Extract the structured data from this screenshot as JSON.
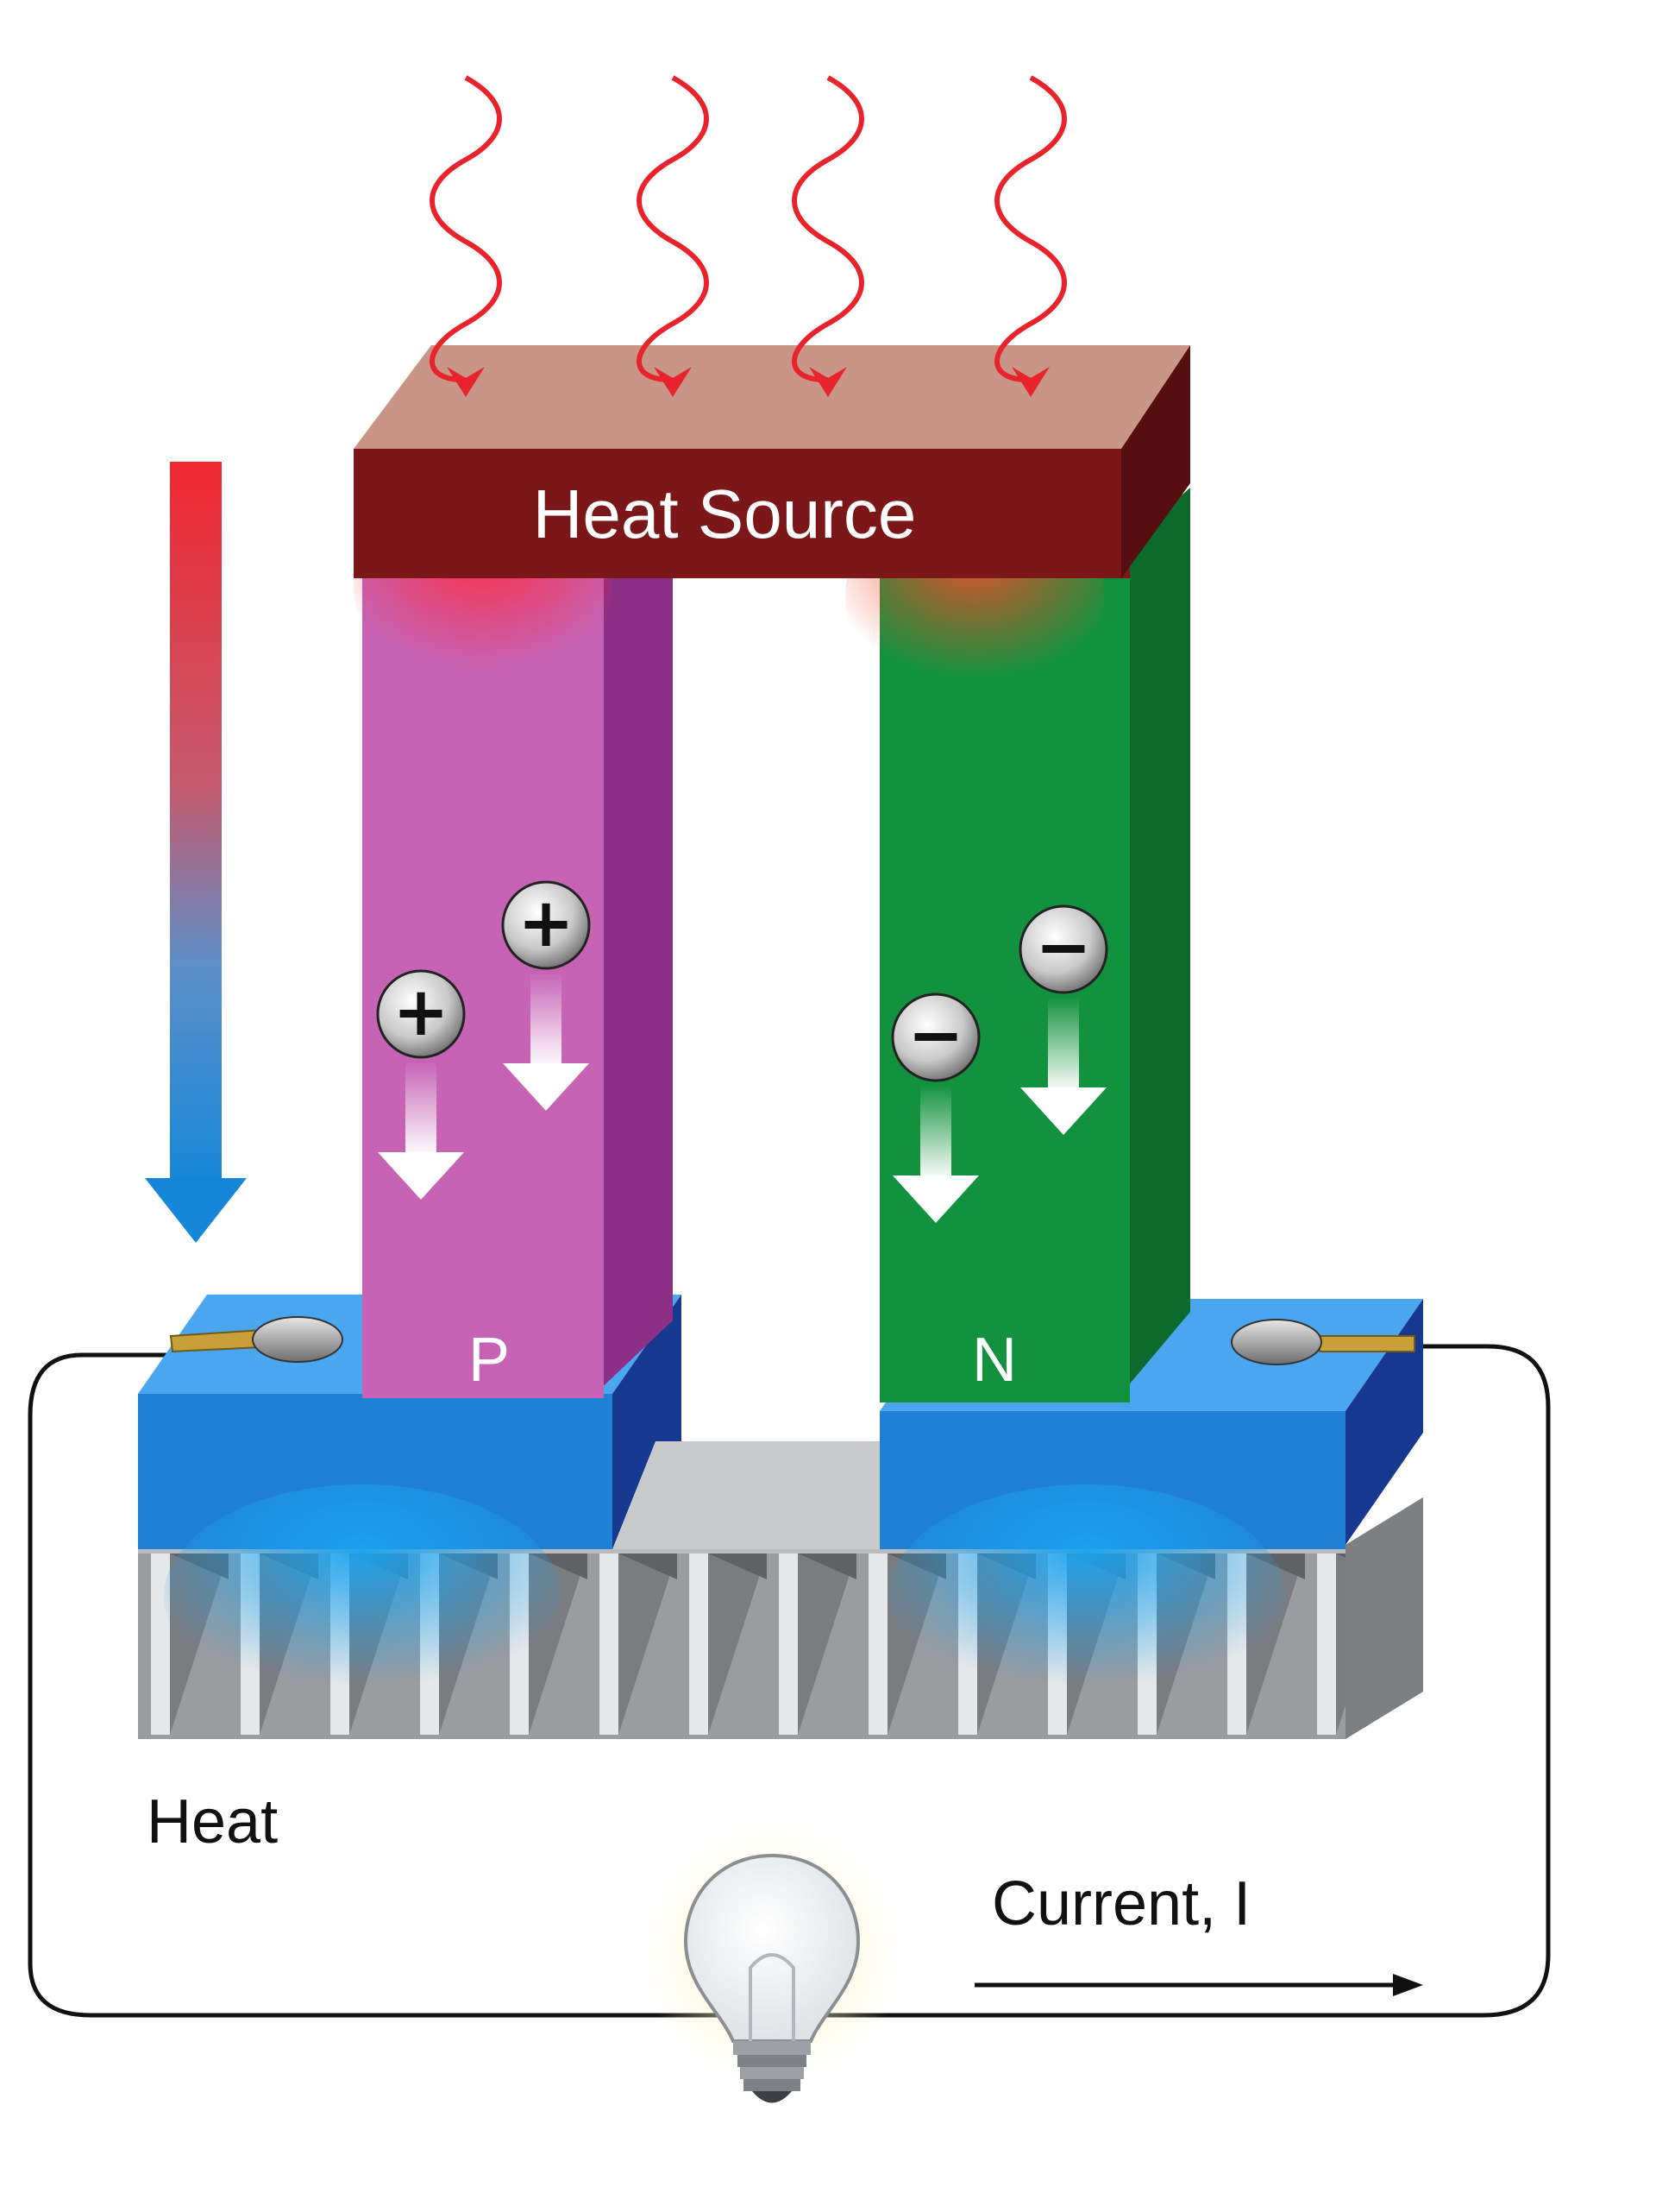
{
  "labels": {
    "heat_source": "Heat Source",
    "p_leg": "P",
    "n_leg": "N",
    "heat": "Heat",
    "current": "Current, I"
  },
  "charges": {
    "p_symbol": "+",
    "n_symbol": "−"
  },
  "colors": {
    "heat_waves": "#e8232b",
    "heat_source_front": "#7b1719",
    "heat_source_top": "#c99587",
    "p_leg_front": "#c663b4",
    "p_leg_side": "#8e2f87",
    "n_leg_front": "#12923e",
    "n_leg_side": "#0b6a2c",
    "base_blue": "#1f80d6",
    "base_blue_top": "#4aa6ee",
    "heatsink_gray": "#a9abae",
    "wire": "#111111"
  }
}
